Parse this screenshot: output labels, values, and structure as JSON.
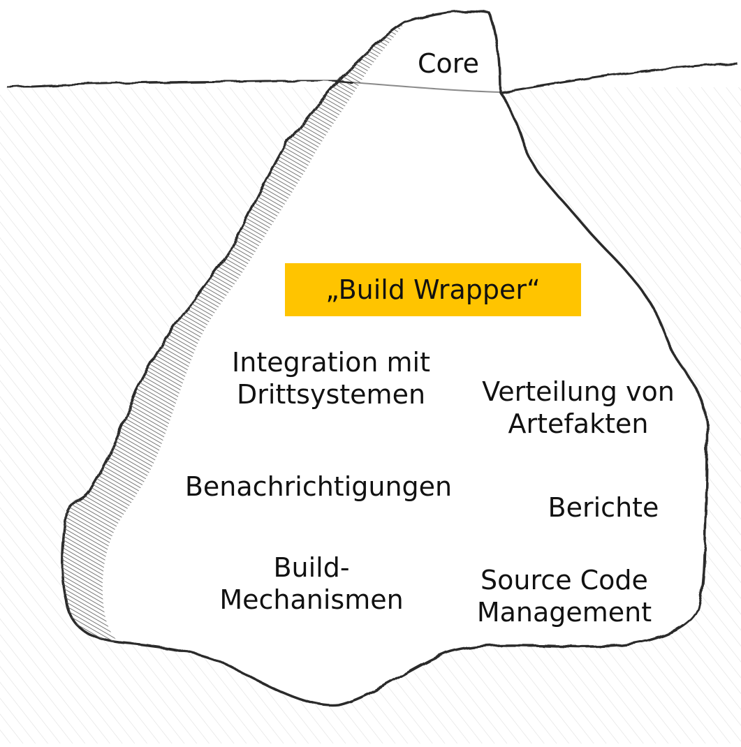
{
  "colors": {
    "highlight": "#ffc400",
    "ink": "#2a2a2a",
    "shadow": "#6f6f6f",
    "water_hatch": "#cfcfcf"
  },
  "tip_label": "Core",
  "highlight_label": "„Build Wrapper“",
  "labels": {
    "integration": [
      "Integration mit",
      "Drittsystemen"
    ],
    "distribution": [
      "Verteilung von",
      "Artefakten"
    ],
    "notifications": [
      "Benachrichtigungen"
    ],
    "reports": [
      "Berichte"
    ],
    "build": [
      "Build-",
      "Mechanismen"
    ],
    "scm": [
      "Source Code",
      "Management"
    ]
  }
}
